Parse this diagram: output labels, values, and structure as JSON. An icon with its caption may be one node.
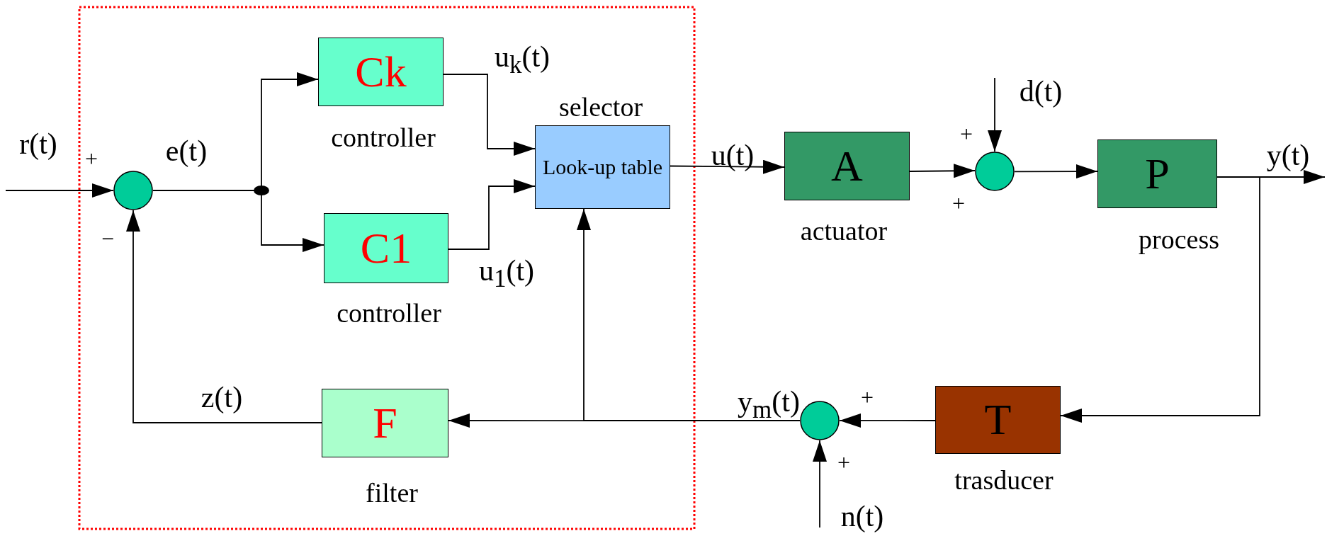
{
  "diagram": {
    "nodes": [
      {
        "text": [],
        "shape": "circle"
      },
      {
        "text": [
          "Ck"
        ],
        "beside": [
          "controller"
        ]
      },
      {
        "text": [
          "C1"
        ],
        "beside": [
          "controller"
        ]
      },
      {
        "text": [
          "Look-up table"
        ],
        "beside": [
          "selector"
        ]
      },
      {
        "text": [
          "A"
        ],
        "beside": [
          "actuator"
        ]
      },
      {
        "text": [],
        "shape": "circle"
      },
      {
        "text": [
          "P"
        ],
        "beside": [
          "process"
        ]
      },
      {
        "text": [
          "T"
        ],
        "beside": [
          "trasducer"
        ]
      },
      {
        "text": [],
        "shape": "circle"
      },
      {
        "text": [
          "F"
        ],
        "beside": [
          "filter"
        ]
      }
    ],
    "edges": [
      {
        "from": null,
        "to": 0,
        "arrow": "to",
        "label": "r(t)"
      },
      {
        "from": 0,
        "to": 1,
        "arrow": "to",
        "label": "e(t)"
      },
      {
        "from": 0,
        "to": 2,
        "arrow": "to"
      },
      {
        "from": 1,
        "to": 3,
        "arrow": "to",
        "label": "u$_{k}$(t)"
      },
      {
        "from": 2,
        "to": 3,
        "arrow": "to",
        "label": "u$_{1}$(t)"
      },
      {
        "from": 3,
        "to": 4,
        "arrow": "to",
        "label": "u(t)"
      },
      {
        "from": 4,
        "to": 5,
        "arrow": "to"
      },
      {
        "from": null,
        "to": 5,
        "arrow": "to",
        "label": "d(t)"
      },
      {
        "from": 5,
        "to": 6,
        "arrow": "to"
      },
      {
        "from": 6,
        "to": null,
        "arrow": "to",
        "label": "y(t)"
      },
      {
        "from": 6,
        "to": 7,
        "arrow": "to"
      },
      {
        "from": 7,
        "to": 8,
        "arrow": "to"
      },
      {
        "from": null,
        "to": 8,
        "arrow": "to",
        "label": "n(t)"
      },
      {
        "from": 8,
        "to": 9,
        "arrow": "to",
        "label": "y$_{m}$(t)"
      },
      {
        "from": 8,
        "to": 3,
        "arrow": "to"
      },
      {
        "from": 9,
        "to": 0,
        "arrow": "to",
        "label": "z(t)"
      }
    ],
    "labels": [
      "+",
      "+",
      "+",
      "−",
      "+",
      "+"
    ]
  }
}
